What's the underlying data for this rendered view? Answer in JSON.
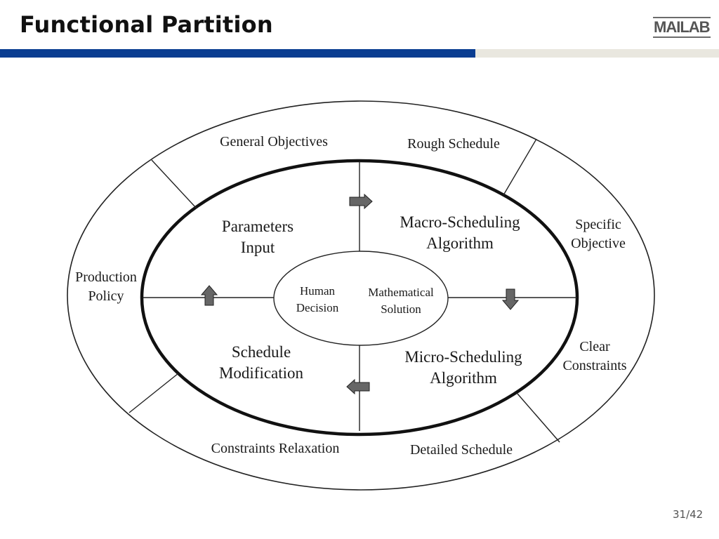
{
  "header": {
    "title": "Functional Partition",
    "logo": "MAILAB"
  },
  "diagram": {
    "outer_ring": {
      "general_objectives": "General Objectives",
      "rough_schedule": "Rough Schedule",
      "specific_objective": [
        "Specific",
        "Objective"
      ],
      "clear_constraints": [
        "Clear",
        "Constraints"
      ],
      "detailed_schedule": "Detailed Schedule",
      "constraints_relaxation": "Constraints Relaxation",
      "production_policy": [
        "Production",
        "Policy"
      ]
    },
    "quadrants": {
      "parameters_input": [
        "Parameters",
        "Input"
      ],
      "macro_scheduling": [
        "Macro-Scheduling",
        "Algorithm"
      ],
      "schedule_modification": [
        "Schedule",
        "Modification"
      ],
      "micro_scheduling": [
        "Micro-Scheduling",
        "Algorithm"
      ]
    },
    "center": {
      "human_decision": [
        "Human",
        "Decision"
      ],
      "mathematical_solution": [
        "Mathematical",
        "Solution"
      ]
    }
  },
  "footer": {
    "page_number": "31/42"
  }
}
